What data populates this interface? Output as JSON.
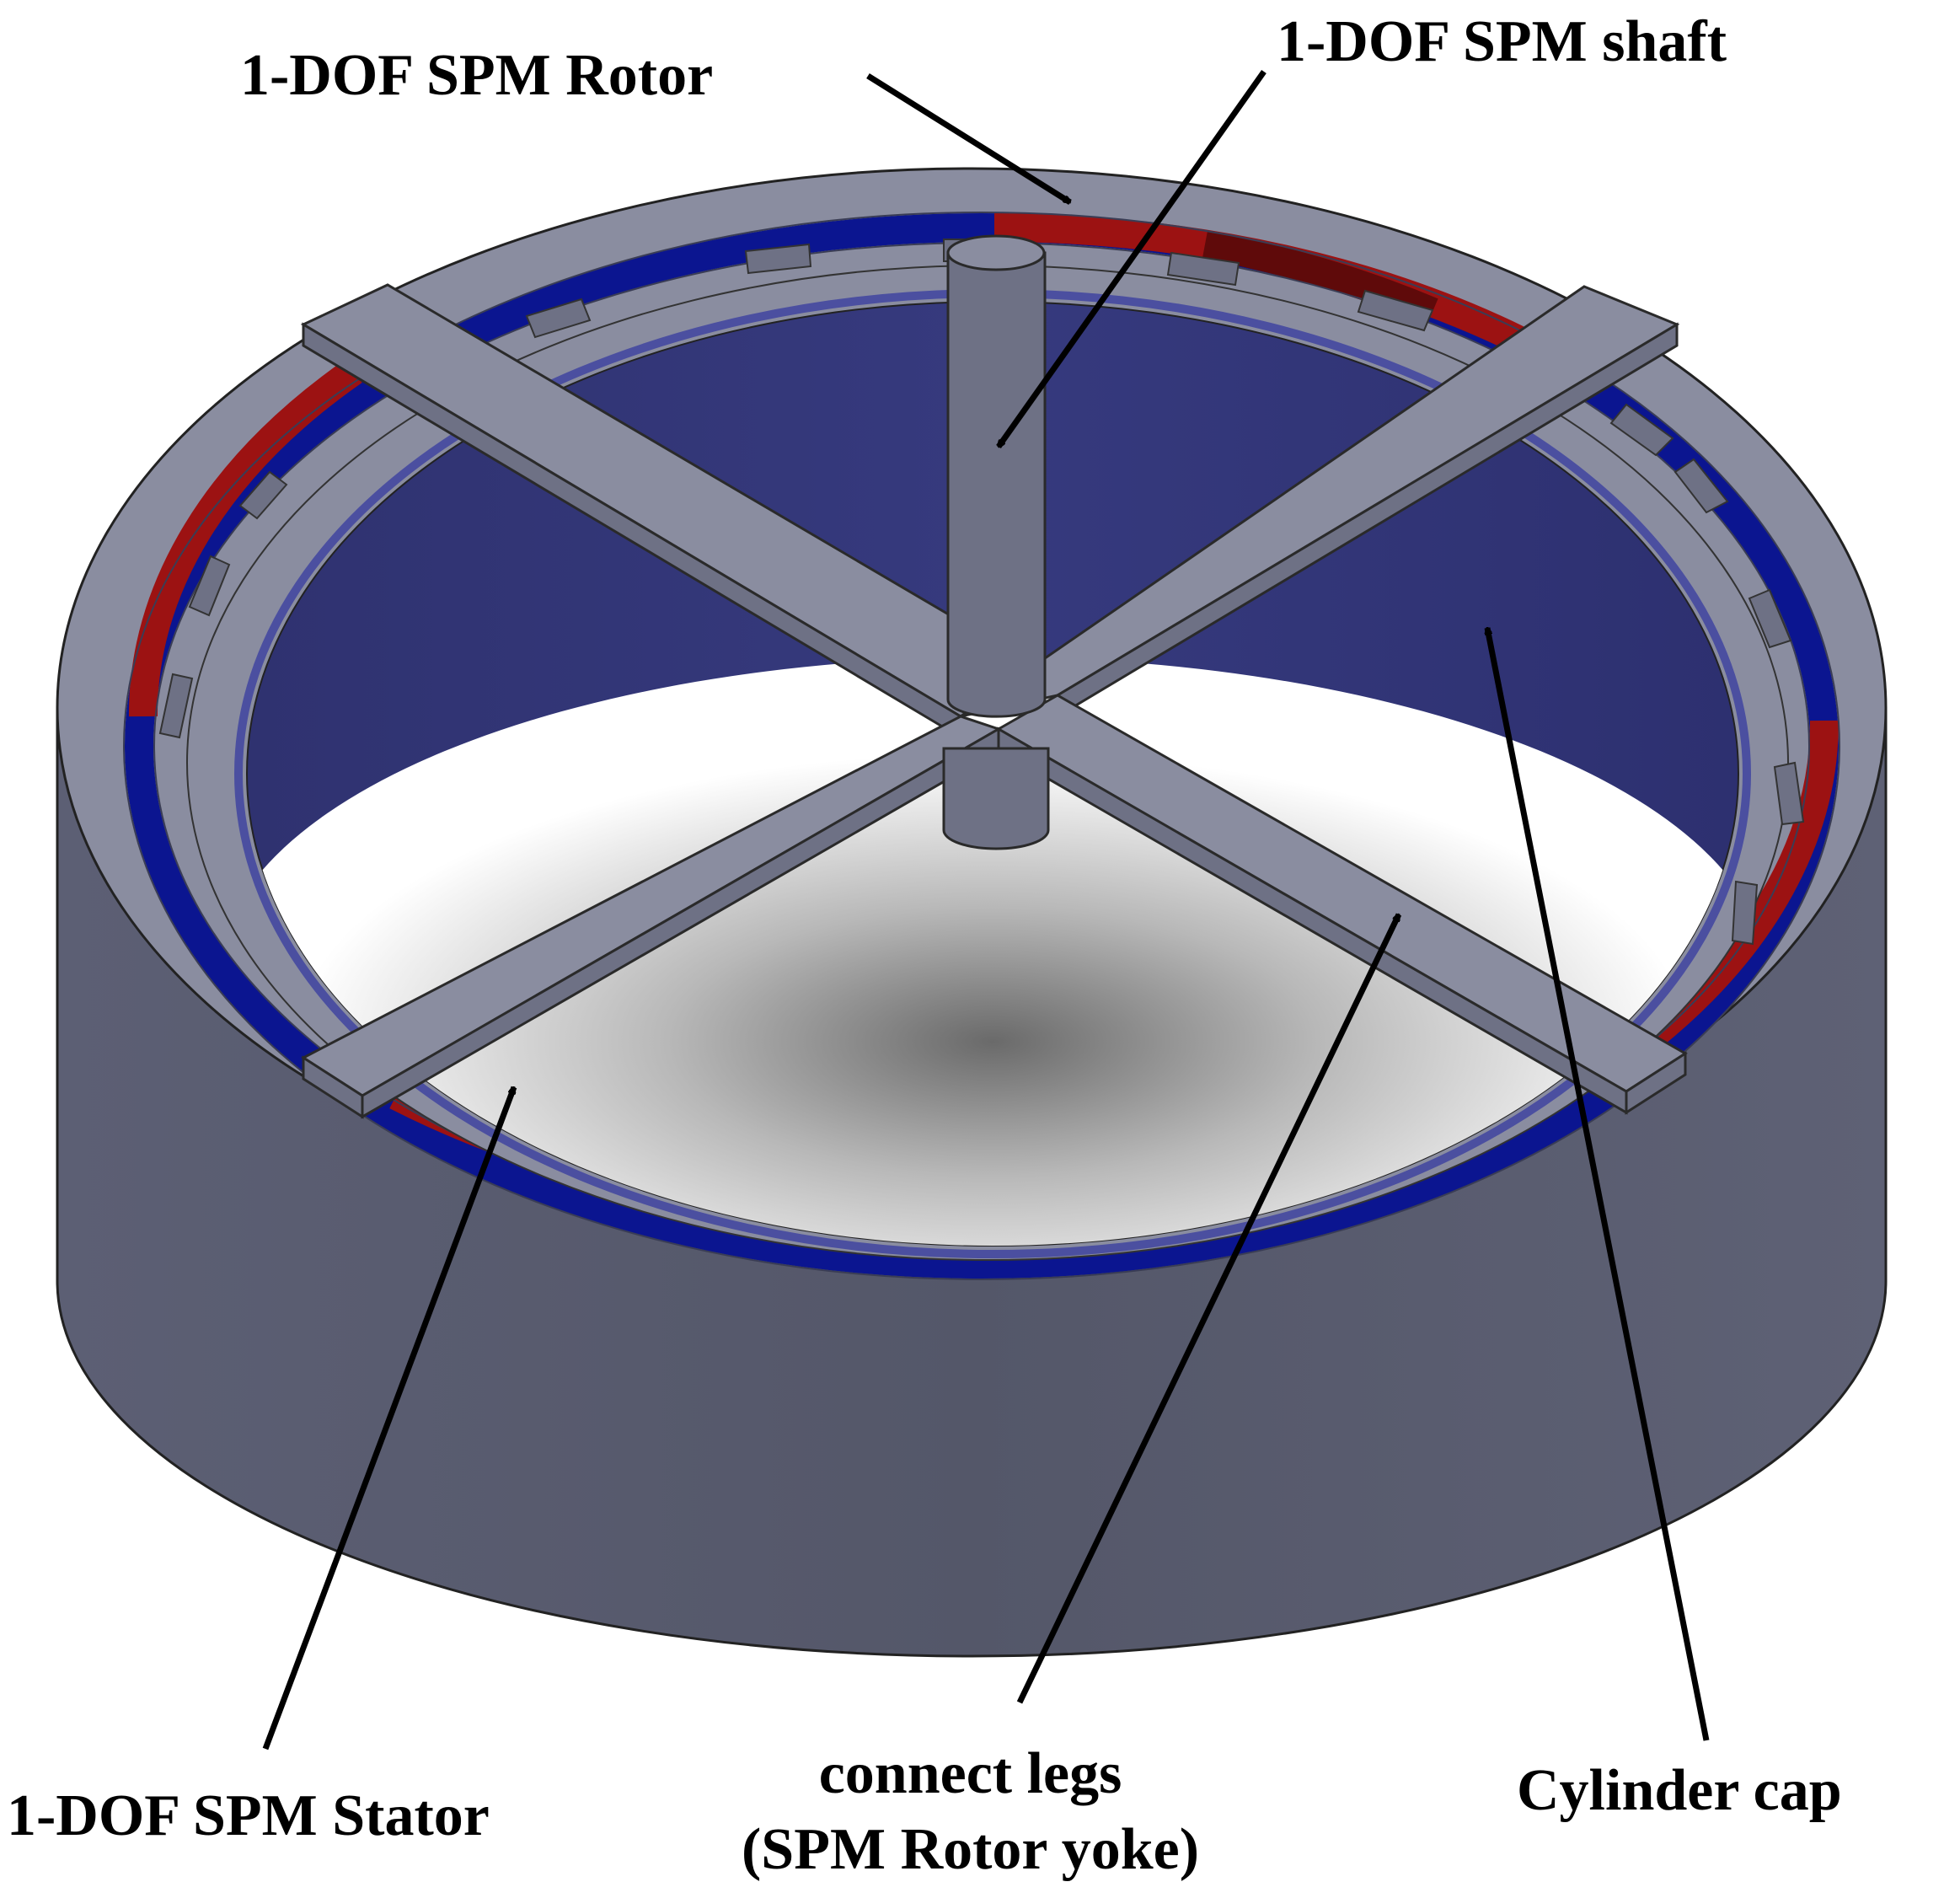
{
  "labels": {
    "rotor": "1-DOF SPM Rotor",
    "shaft": "1-DOF SPM shaft",
    "stator": "1-DOF SPM Stator",
    "legs_line1": "connect legs",
    "legs_line2": "(SPM Rotor yoke)",
    "cap": "Cylinder cap"
  },
  "colors": {
    "body": "#575a6d",
    "top_gray": "#8a8da0",
    "magnet_red": "#9c1212",
    "magnet_dark_red": "#5f0a0a",
    "magnet_blue": "#0b1590",
    "inner_wall": "#353878",
    "arrow": "#000000"
  }
}
